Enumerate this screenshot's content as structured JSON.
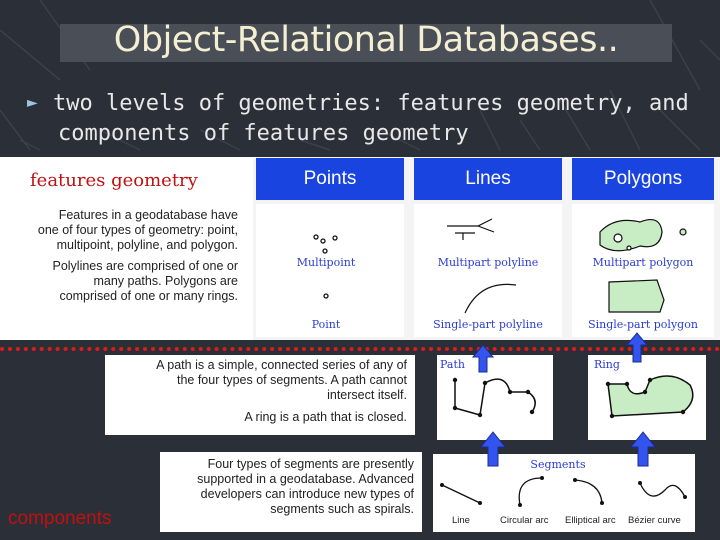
{
  "title": "Object-Relational Databases..",
  "bullet": {
    "line1": "two levels of geometries: features geometry, and",
    "line2": "components of  features geometry"
  },
  "features_label": "features geometry",
  "components_label": "components",
  "features_desc": {
    "p1": [
      "Features in a geodatabase have",
      "one of four types of geometry: point,",
      "multipoint, polyline, and polygon."
    ],
    "p2": [
      "Polylines are comprised of one or",
      "many paths. Polygons are",
      "comprised of one or many rings."
    ]
  },
  "headers": [
    "Points",
    "Lines",
    "Polygons"
  ],
  "captions": {
    "multipoint": "Multipoint",
    "point": "Point",
    "multipart_polyline": "Multipart polyline",
    "single_polyline": "Single-part polyline",
    "multipart_polygon": "Multipart polygon",
    "single_polygon": "Single-part polygon",
    "path": "Path",
    "ring": "Ring",
    "segments": "Segments"
  },
  "path_desc": {
    "p1": [
      "A path is a simple, connected series of any of",
      "the four types of segments. A path cannot",
      "intersect itself."
    ],
    "p2": "A ring is a path that is closed."
  },
  "segment_desc": [
    "Four types of segments are presently",
    "supported in a geodatabase. Advanced",
    "developers can introduce new types of",
    "segments such as spirals."
  ],
  "segment_types": [
    "Line",
    "Circular arc",
    "Elliptical arc",
    "Bézier curve"
  ],
  "colors": {
    "header_blue": "#1a44e0",
    "caption_blue": "#2a3cd0",
    "label_red": "#c01010",
    "polygon_fill": "#c8ecc4",
    "title_text": "#f4efd2"
  }
}
